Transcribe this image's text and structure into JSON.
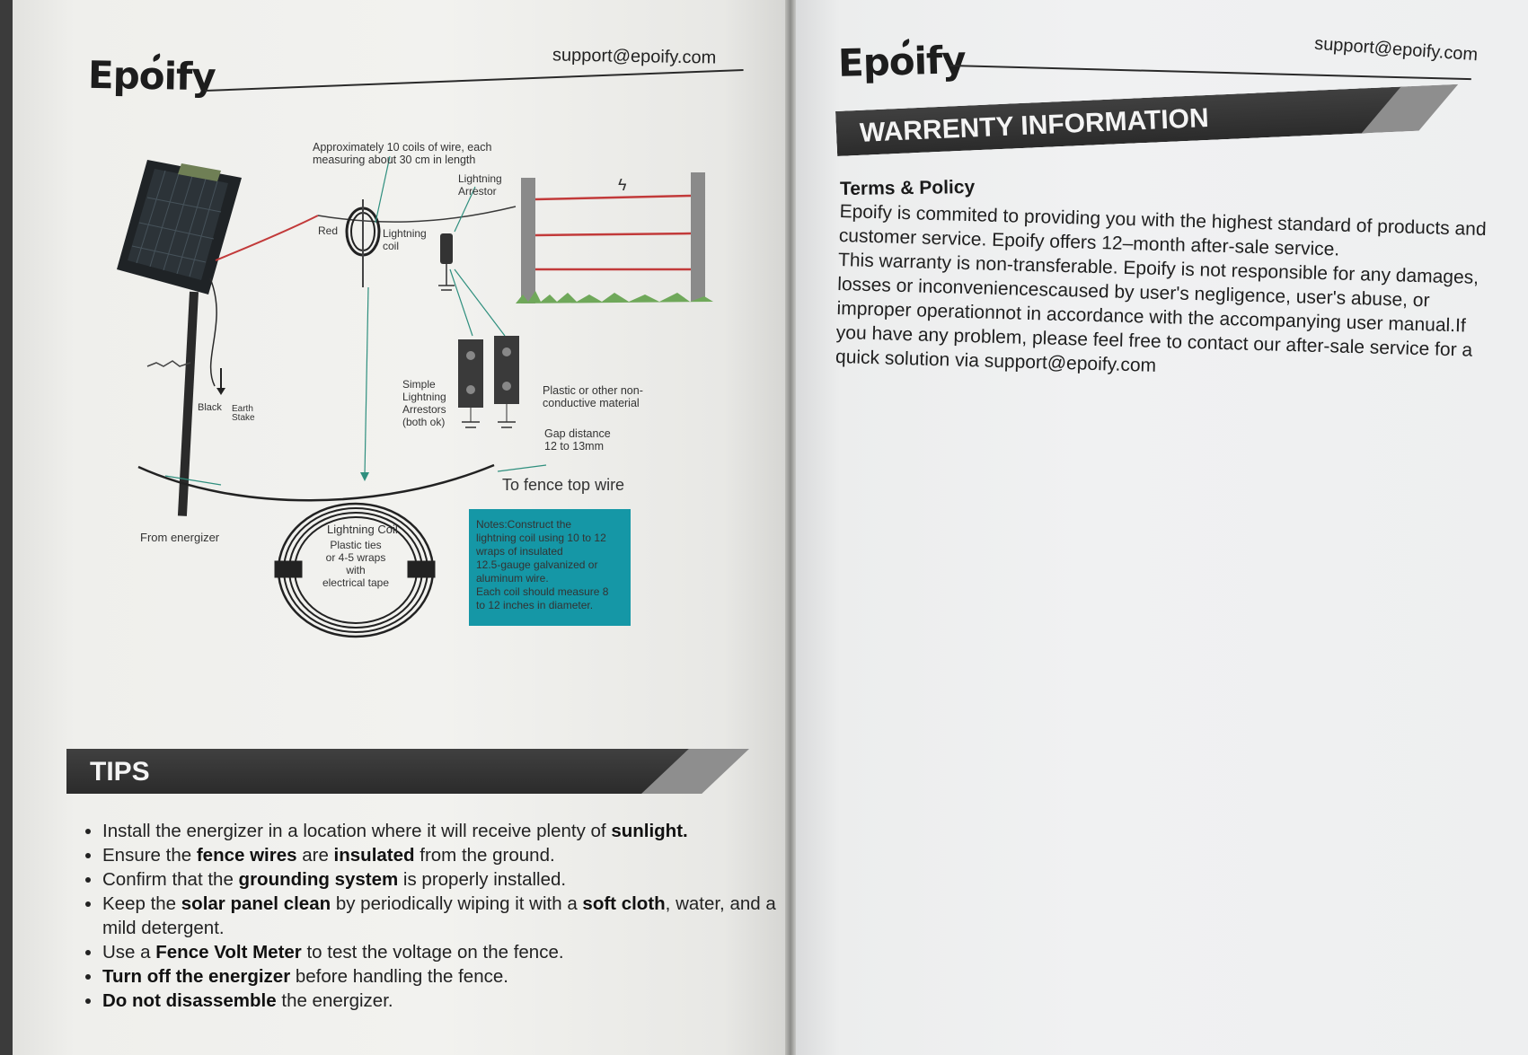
{
  "brand": {
    "name_left": "Ep",
    "name_right": "ify"
  },
  "header": {
    "email": "support@epoify.com"
  },
  "colors": {
    "banner_dark": "#333333",
    "banner_light": "#8e8e8e",
    "note_box": "#1597a6",
    "wire_red": "#c23a3a",
    "arrow": "#2f8f7e"
  },
  "diagram": {
    "coils_note_line1": "Approximately 10 coils of wire, each",
    "coils_note_line2": "measuring about 30 cm in length",
    "arrestor_line1": "Lightning",
    "arrestor_line2": "Arrestor",
    "red": "Red",
    "coil_line1": "Lightning",
    "coil_line2": "coil",
    "black": "Black",
    "earth_line1": "Earth",
    "earth_line2": "Stake",
    "simple_line1": "Simple",
    "simple_line2": "Lightning",
    "simple_line3": "Arrestors",
    "simple_line4": "(both ok)",
    "plastic_line1": "Plastic or other non-",
    "plastic_line2": "conductive material",
    "gap_line1": "Gap distance",
    "gap_line2": "12 to 13mm",
    "from_energizer": "From energizer",
    "lightning_coil": "Lightning Coil",
    "to_fence": "To fence top wire",
    "ties_line1": "Plastic ties",
    "ties_line2": "or 4-5 wraps",
    "ties_line3": "with",
    "ties_line4": "electrical tape",
    "note_line1": "Notes:Construct the",
    "note_line2": "lightning coil using 10 to 12",
    "note_line3": "wraps of insulated",
    "note_line4": "12.5-gauge galvanized or",
    "note_line5": "aluminum wire.",
    "note_line6": "Each coil should measure 8",
    "note_line7": "to 12 inches in diameter."
  },
  "tips": {
    "title": "TIPS",
    "items": [
      {
        "a": "Install the energizer in a location where it will receive plenty of ",
        "b": "sunlight",
        "c": "."
      },
      {
        "a": "Ensure the ",
        "b": "fence wires",
        "c": " are ",
        "d": "insulated",
        "e": " from the ground."
      },
      {
        "a": "Confirm that the ",
        "b": "grounding system",
        "c": " is properly installed."
      },
      {
        "a": "Keep the ",
        "b": "solar panel clean",
        "c": " by periodically wiping it with a ",
        "d": "soft cloth",
        "e": ", water, and a mild detergent."
      },
      {
        "a": "Use a ",
        "b": "Fence Volt Meter",
        "c": " to test the voltage on the fence."
      },
      {
        "b": "Turn off the energizer",
        "c": " before handling the fence."
      },
      {
        "b": "Do not disassemble",
        "c": " the energizer."
      }
    ]
  },
  "warranty": {
    "title": "WARRENTY INFORMATION",
    "terms_title": "Terms & Policy",
    "paragraph1": "Epoify is commited to providing you with the highest standard of products and customer service. Epoify offers 12–month after-sale service.",
    "paragraph2": "This warranty is non-transferable. Epoify is not responsible for any damages, losses or inconveniencescaused by user's negligence, user's abuse, or improper operationnot in accordance with the accompanying user manual.If you have any problem, please feel free to contact our after-sale service for a quick solution via support@epoify.com"
  }
}
